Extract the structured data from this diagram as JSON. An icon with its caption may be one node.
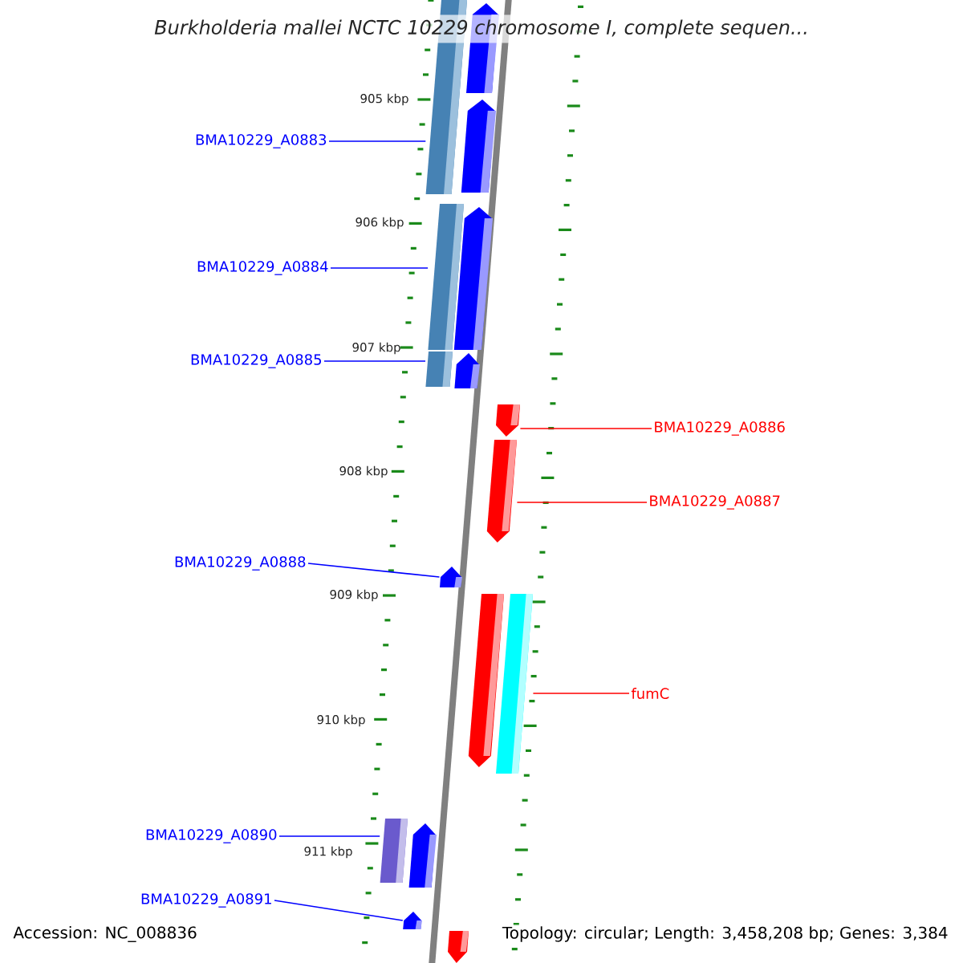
{
  "diagram": {
    "title": "Burkholderia mallei NCTC 10229 chromosome I, complete sequen...",
    "nodes": [
      {
        "text": [
          "BMA10229_A0883"
        ]
      },
      {
        "text": [
          "BMA10229_A0884"
        ]
      },
      {
        "text": [
          "BMA10229_A0885"
        ]
      },
      {
        "text": [
          "BMA10229_A0886"
        ]
      },
      {
        "text": [
          "BMA10229_A0887"
        ]
      },
      {
        "text": [
          "BMA10229_A0888"
        ]
      },
      {
        "text": [
          "fumC"
        ]
      },
      {
        "text": [
          "BMA10229_A0890"
        ]
      },
      {
        "text": [
          "BMA10229_A0891"
        ]
      },
      {
        "text": [],
        "shape": "pentagon"
      },
      {
        "text": [],
        "shape": "bar"
      },
      {
        "text": [],
        "shape": "pentagon"
      },
      {
        "text": [],
        "shape": "bar"
      },
      {
        "text": [],
        "shape": "pentagon"
      },
      {
        "text": [],
        "shape": "bar"
      },
      {
        "text": [],
        "shape": "pentagon"
      },
      {
        "text": [],
        "shape": "pentagon"
      },
      {
        "text": [],
        "shape": "pentagon"
      },
      {
        "text": [],
        "shape": "pentagon"
      },
      {
        "text": [],
        "shape": "pentagon"
      },
      {
        "text": [],
        "shape": "bar"
      },
      {
        "text": [],
        "shape": "bar"
      },
      {
        "text": [],
        "shape": "pentagon"
      },
      {
        "text": [],
        "shape": "pentagon"
      },
      {
        "text": [],
        "shape": "pentagon"
      }
    ],
    "edges": [
      {
        "from": 0,
        "to": 10,
        "arrow": "none"
      },
      {
        "from": 1,
        "to": 12,
        "arrow": "none"
      },
      {
        "from": 2,
        "to": 14,
        "arrow": "none"
      },
      {
        "from": 3,
        "to": 16,
        "arrow": "none",
        "color": "#ff0000"
      },
      {
        "from": 4,
        "to": 17,
        "arrow": "none",
        "color": "#ff0000"
      },
      {
        "from": 5,
        "to": 18,
        "arrow": "none"
      },
      {
        "from": 6,
        "to": 20,
        "arrow": "none",
        "color": "#ff0000"
      },
      {
        "from": 7,
        "to": 21,
        "arrow": "none"
      },
      {
        "from": 8,
        "to": 23,
        "arrow": "none"
      }
    ],
    "labels": [
      "905 kbp",
      "906 kbp",
      "907 kbp",
      "908 kbp",
      "909 kbp",
      "910 kbp",
      "911 kbp",
      "Accession: NC_008836",
      "Topology: circular; Length: 3,458,208 bp; Genes: 3,384"
    ]
  }
}
